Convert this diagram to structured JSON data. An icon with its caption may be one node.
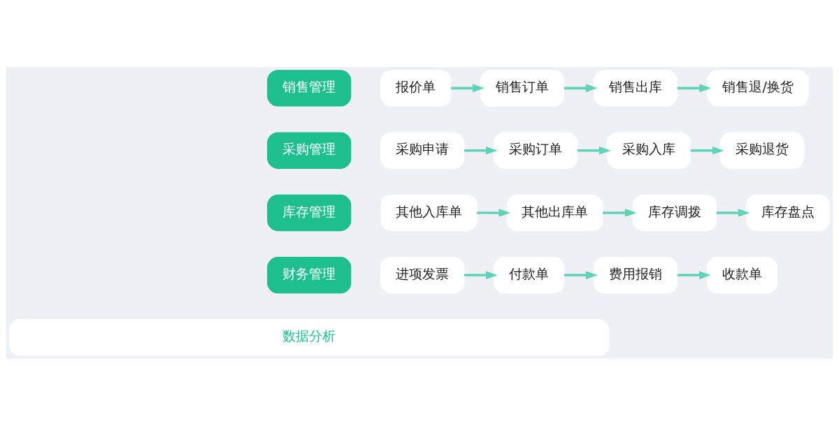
{
  "diagram": {
    "nodes": [
      {
        "text": [
          "销售管理"
        ]
      },
      {
        "text": [
          "报价单"
        ]
      },
      {
        "text": [
          "销售订单"
        ]
      },
      {
        "text": [
          "销售出库"
        ]
      },
      {
        "text": [
          "销售退/换货"
        ]
      },
      {
        "text": [
          "采购管理"
        ]
      },
      {
        "text": [
          "采购申请"
        ]
      },
      {
        "text": [
          "采购订单"
        ]
      },
      {
        "text": [
          "采购入库"
        ]
      },
      {
        "text": [
          "采购退货"
        ]
      },
      {
        "text": [
          "库存管理"
        ]
      },
      {
        "text": [
          "其他入库单"
        ]
      },
      {
        "text": [
          "其他出库单"
        ]
      },
      {
        "text": [
          "库存调拨"
        ]
      },
      {
        "text": [
          "库存盘点"
        ]
      },
      {
        "text": [
          "财务管理"
        ]
      },
      {
        "text": [
          "进项发票"
        ]
      },
      {
        "text": [
          "付款单"
        ]
      },
      {
        "text": [
          "费用报销"
        ]
      },
      {
        "text": [
          "收款单"
        ]
      },
      {
        "text": [
          "数据分析"
        ]
      }
    ],
    "edges": [
      {
        "from": 1,
        "to": 2,
        "arrow": "to"
      },
      {
        "from": 2,
        "to": 3,
        "arrow": "to"
      },
      {
        "from": 3,
        "to": 4,
        "arrow": "to"
      },
      {
        "from": 6,
        "to": 7,
        "arrow": "to"
      },
      {
        "from": 7,
        "to": 8,
        "arrow": "to"
      },
      {
        "from": 8,
        "to": 9,
        "arrow": "to"
      },
      {
        "from": 11,
        "to": 12,
        "arrow": "to"
      },
      {
        "from": 12,
        "to": 13,
        "arrow": "to"
      },
      {
        "from": 13,
        "to": 14,
        "arrow": "to"
      },
      {
        "from": 16,
        "to": 17,
        "arrow": "to"
      },
      {
        "from": 17,
        "to": 18,
        "arrow": "to"
      },
      {
        "from": 18,
        "to": 19,
        "arrow": "to"
      }
    ]
  }
}
